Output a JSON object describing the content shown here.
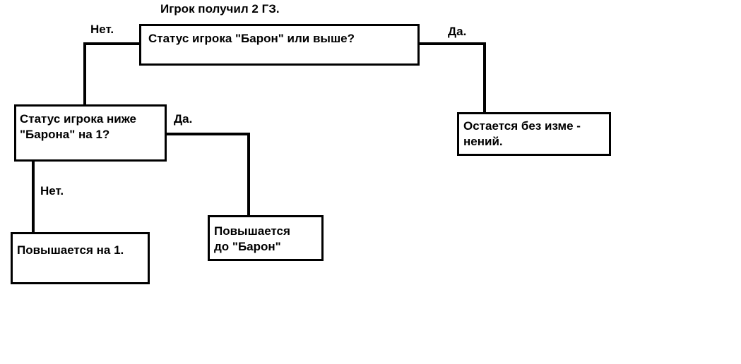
{
  "colors": {
    "background": "#ffffff",
    "line": "#000000",
    "text": "#000000"
  },
  "diagram": {
    "title": "Игрок получил 2 ГЗ.",
    "nodes": {
      "root_question": "Статус игрока \"Барон\" или выше?",
      "below_baron_question": "Статус игрока ниже\n\"Барона\" на 1?",
      "unchanged_result": "Остается без изме -\nнений.",
      "raise_one_result": "Повышается на 1.",
      "raise_to_baron_result": "Повышается\nдо \"Барон\""
    },
    "edge_labels": {
      "root_no": "Нет.",
      "root_yes": "Да.",
      "below_yes": "Да.",
      "below_no": "Нет."
    }
  }
}
